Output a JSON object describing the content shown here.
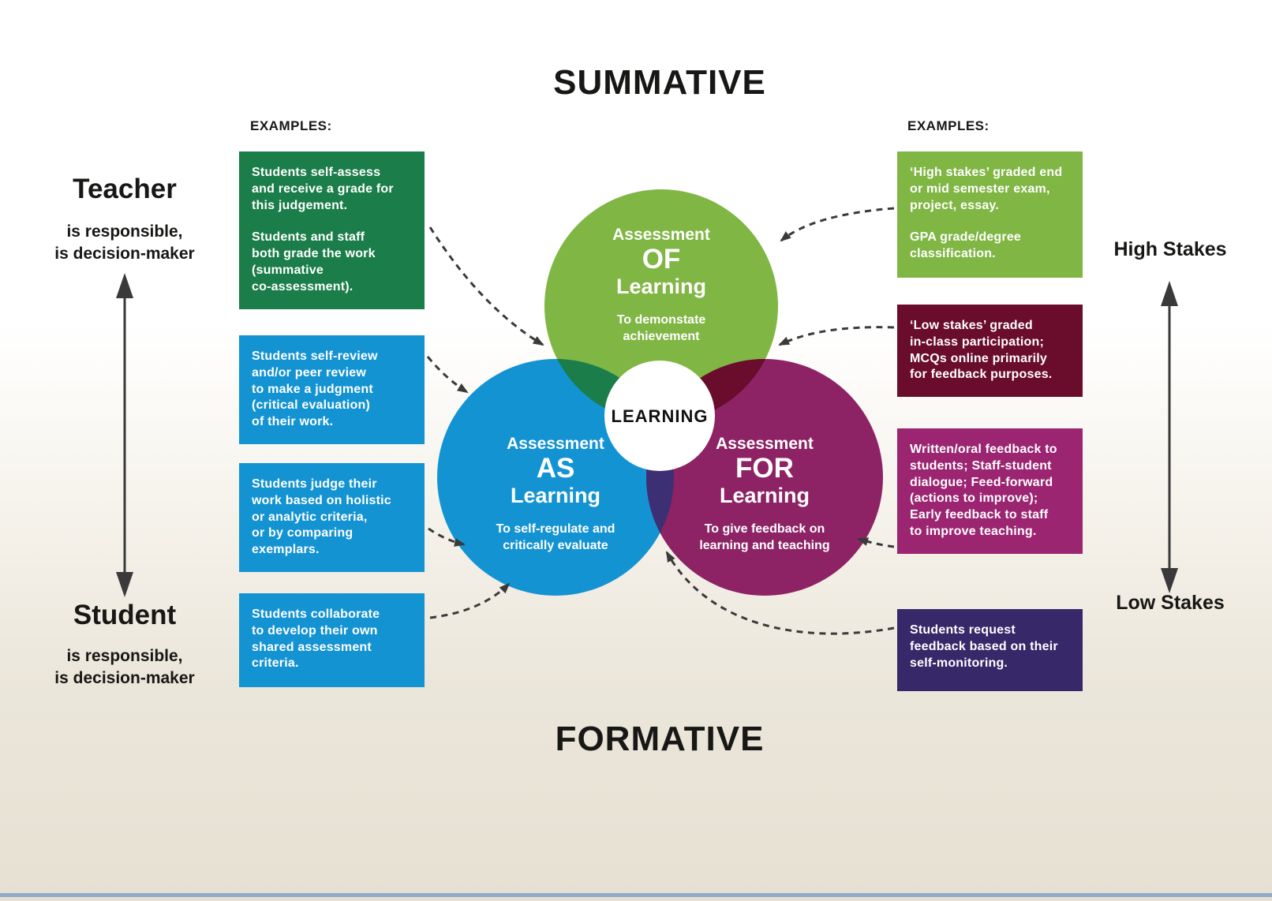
{
  "titles": {
    "top": "SUMMATIVE",
    "bottom": "FORMATIVE"
  },
  "left_axis": {
    "top_title": "Teacher",
    "top_subtitle": "is responsible,\nis decision-maker",
    "bottom_title": "Student",
    "bottom_subtitle": "is responsible,\nis decision-maker"
  },
  "right_axis": {
    "top_label": "High Stakes",
    "bottom_label": "Low Stakes"
  },
  "left_examples": {
    "heading": "EXAMPLES:",
    "boxes": [
      {
        "color": "#1b7e4a",
        "paragraphs": [
          "Students self-assess\nand receive a grade for\nthis judgement.",
          "Students and staff\nboth grade the work\n(summative\nco-assessment)."
        ]
      },
      {
        "color": "#1493d3",
        "paragraphs": [
          "Students self-review\nand/or peer review\nto make a judgment\n(critical evaluation)\nof their work."
        ]
      },
      {
        "color": "#1493d3",
        "paragraphs": [
          "Students judge their\nwork based on holistic\nor analytic criteria,\nor by comparing\nexemplars."
        ]
      },
      {
        "color": "#1493d3",
        "paragraphs": [
          "Students collaborate\nto develop their own\nshared assessment\ncriteria."
        ]
      }
    ]
  },
  "right_examples": {
    "heading": "EXAMPLES:",
    "boxes": [
      {
        "color": "#80b644",
        "paragraphs": [
          "‘High stakes’ graded end\nor mid semester exam,\nproject, essay.",
          "GPA grade/degree\nclassification."
        ]
      },
      {
        "color": "#6a0c2c",
        "paragraphs": [
          "‘Low stakes’ graded\nin-class participation;\nMCQs online primarily\nfor feedback purposes."
        ]
      },
      {
        "color": "#9c2572",
        "paragraphs": [
          "Written/oral feedback to\nstudents; Staff-student\ndialogue; Feed-forward\n(actions to improve);\nEarly feedback to staff\nto improve teaching."
        ]
      },
      {
        "color": "#362869",
        "paragraphs": [
          "Students request\nfeedback based on their\nself-monitoring."
        ]
      }
    ]
  },
  "venn": {
    "center_label": "LEARNING",
    "of": {
      "line1": "Assessment",
      "keyword": "OF",
      "line3": "Learning",
      "subtitle": "To demonstate\nachievement"
    },
    "as": {
      "line1": "Assessment",
      "keyword": "AS",
      "line3": "Learning",
      "subtitle": "To self-regulate and\ncritically evaluate"
    },
    "for": {
      "line1": "Assessment",
      "keyword": "FOR",
      "line3": "Learning",
      "subtitle": "To give feedback on\nlearning and teaching"
    }
  },
  "colors": {
    "circle_of_green": "#80b644",
    "circle_as_blue": "#1493d3",
    "circle_for_plum": "#8d2365",
    "overlap_of_as": "#1b7e4a",
    "overlap_of_for": "#6a0c2c",
    "overlap_as_for": "#3c2f74",
    "box_dark_green": "#1b7e4a",
    "box_blue": "#1493d3",
    "box_light_green": "#80b644",
    "box_maroon": "#6a0c2c",
    "box_magenta": "#9c2572",
    "box_indigo": "#362869",
    "arrow": "#3a3a3a",
    "background_beige": "#e8e2d5",
    "bottom_strip": "#8fabc9",
    "text": "#171715"
  }
}
